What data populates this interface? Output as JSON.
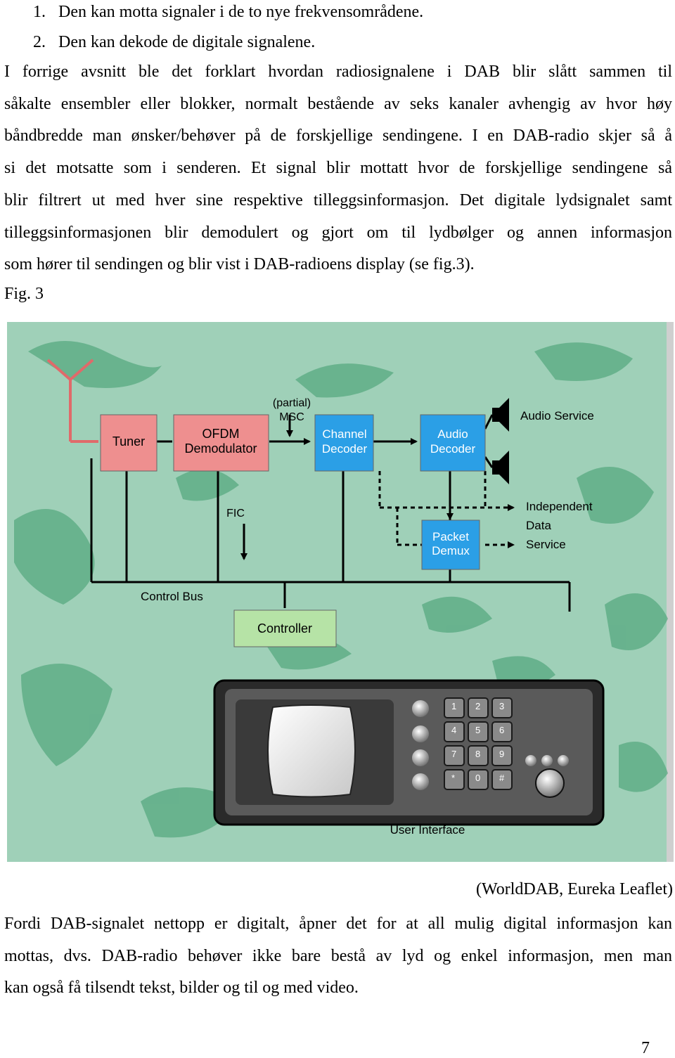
{
  "list": [
    {
      "number": "1.",
      "text": "Den kan motta signaler i de to nye frekvensområdene."
    },
    {
      "number": "2.",
      "text": "Den kan dekode de digitale signalene."
    }
  ],
  "paragraph1": [
    "I forrige avsnitt ble det forklart hvordan radiosignalene i DAB blir slått sammen til",
    "såkalte ensembler eller blokker, normalt bestående av seks kanaler avhengig av hvor høy",
    "båndbredde man ønsker/behøver på de forskjellige sendingene. I en DAB-radio skjer så å",
    "si det motsatte som i senderen. Et signal blir mottatt hvor de forskjellige sendingene så",
    "blir filtrert ut med hver sine respektive tilleggsinformasjon. Det digitale lydsignalet samt",
    "tilleggsinformasjonen blir demodulert og gjort om til lydbølger og annen informasjon",
    "som hører til sendingen og blir vist i DAB-radioens display (se fig.3)."
  ],
  "figure": {
    "label": "Fig. 3",
    "blocks": {
      "tuner": "Tuner",
      "ofdm_line1": "OFDM",
      "ofdm_line2": "Demodulator",
      "channel_line1": "Channel",
      "channel_line2": "Decoder",
      "audio_line1": "Audio",
      "audio_line2": "Decoder",
      "packet_line1": "Packet",
      "packet_line2": "Demux",
      "controller": "Controller"
    },
    "labels": {
      "partial": "(partial)",
      "msc": "MSC",
      "fic": "FIC",
      "audio_service": "Audio Service",
      "independent_line1": "Independent",
      "independent_line2": "Data",
      "independent_line3": "Service",
      "control_bus": "Control Bus",
      "user_interface": "User Interface"
    },
    "keypad": [
      "1",
      "2",
      "3",
      "4",
      "5",
      "6",
      "7",
      "8",
      "9",
      "*",
      "0",
      "#"
    ],
    "colors": {
      "background": "#9fd0b8",
      "land": "#3c9a6c",
      "red_block": "#ee8f8f",
      "blue_block": "#2b9fe6",
      "green_block": "#b6e3a6",
      "antenna": "#e06a6a"
    }
  },
  "credit": "(WorldDAB, Eureka Leaflet)",
  "paragraph2": [
    "Fordi DAB-signalet nettopp er digitalt, åpner det for at all mulig digital informasjon kan",
    "mottas, dvs. DAB-radio behøver ikke bare bestå av lyd og enkel informasjon, men man",
    "kan også få tilsendt tekst, bilder og til og med video."
  ],
  "page_number": "7"
}
